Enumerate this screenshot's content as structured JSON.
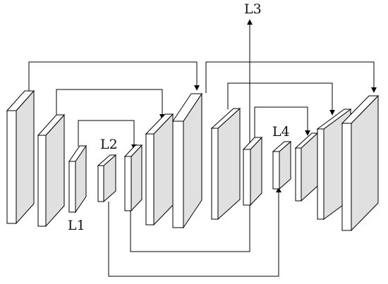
{
  "labels": {
    "l1": "L1",
    "l2": "L2",
    "l3": "L3",
    "l4": "L4"
  },
  "colors": {
    "stroke": "#000000",
    "front_face": "#ffffff",
    "side_face": "#e0e0e0",
    "top_face": "#ffffff"
  }
}
